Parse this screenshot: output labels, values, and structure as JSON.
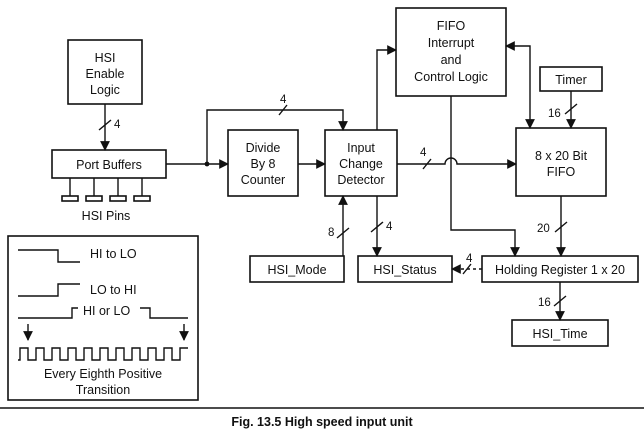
{
  "blocks": {
    "hsi_enable": [
      "HSI",
      "Enable",
      "Logic"
    ],
    "fifo_interrupt": [
      "FIFO",
      "Interrupt",
      "and",
      "Control Logic"
    ],
    "timer": [
      "Timer"
    ],
    "port_buffers": [
      "Port Buffers"
    ],
    "divide_by_8": [
      "Divide",
      "By 8",
      "Counter"
    ],
    "input_change_detector": [
      "Input",
      "Change",
      "Detector"
    ],
    "fifo_8x20": [
      "8 x 20 Bit",
      "FIFO"
    ],
    "hsi_mode": [
      "HSI_Mode"
    ],
    "hsi_status": [
      "HSI_Status"
    ],
    "holding_register": [
      "Holding Register 1 x 20"
    ],
    "hsi_time": [
      "HSI_Time"
    ]
  },
  "labels": {
    "hsi_pins": "HSI Pins",
    "bus_enable_port": "4",
    "bus_feedback": "4",
    "bus_detector_fifo": "4",
    "bus_timer": "16",
    "bus_mode": "8",
    "bus_status": "4",
    "bus_fifo_holding": "20",
    "bus_holding_status": "4",
    "bus_time": "16"
  },
  "legend": {
    "hi_to_lo": "HI to LO",
    "lo_to_hi": "LO to HI",
    "hi_or_lo": "HI or LO",
    "every_eighth": [
      "Every Eighth Positive",
      "Transition"
    ]
  },
  "caption": "Fig. 13.5 High speed input unit"
}
